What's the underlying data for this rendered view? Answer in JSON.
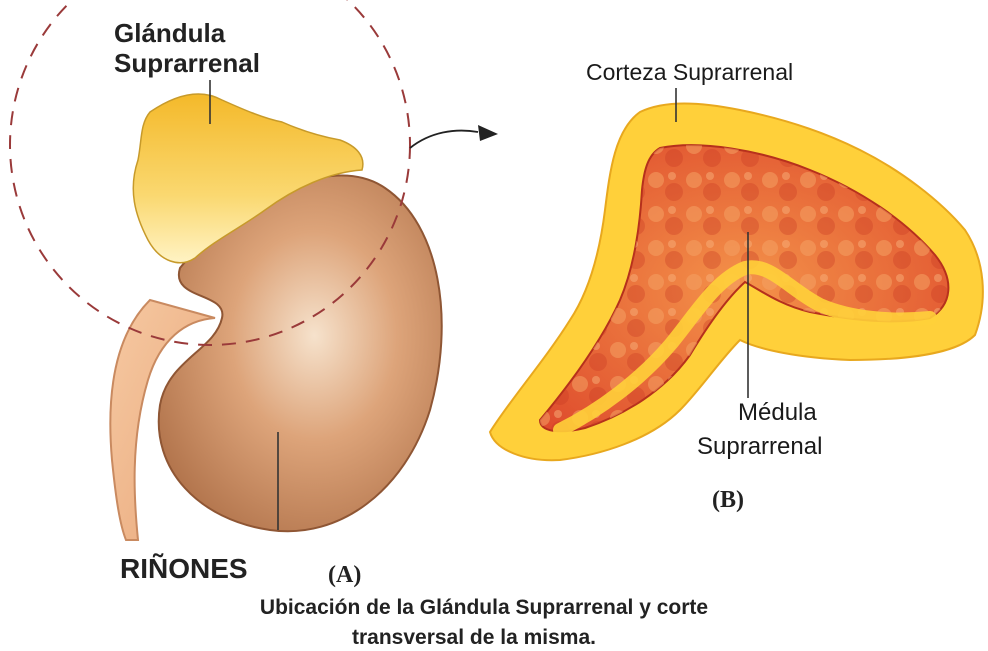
{
  "labels": {
    "gland_line1": "Glándula",
    "gland_line2": "Suprarrenal",
    "cortex": "Corteza  Suprarrenal",
    "medulla_line1": "Médula",
    "medulla_line2": "Suprarrenal",
    "kidneys": "RIÑONES",
    "panel_a": "(A)",
    "panel_b": "(B)"
  },
  "caption": {
    "line1": "Ubicación de la Glándula Suprarrenal y corte",
    "line2": "transversal de la misma."
  },
  "colors": {
    "kidney": "#c98a5e",
    "kidney_light": "#f3d9c0",
    "ureter": "#efb48a",
    "gland": "#f7c94a",
    "gland_light": "#fff1b8",
    "cortex_yellow": "#ffd23a",
    "medulla_red": "#e24a2e",
    "medulla_orange": "#f07a3a",
    "dashed_circle": "#9a3a3a"
  }
}
